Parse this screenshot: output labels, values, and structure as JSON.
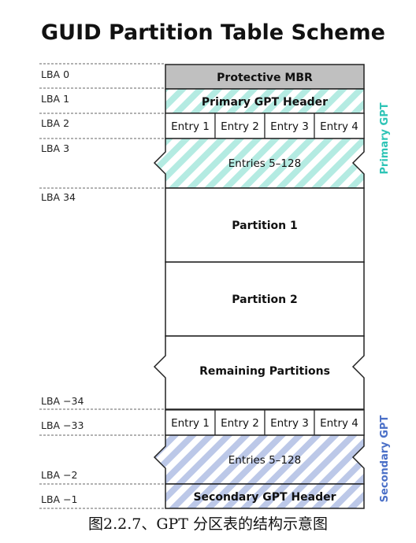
{
  "title": "GUID Partition Table Scheme",
  "lba_labels": [
    "LBA 0",
    "LBA 1",
    "LBA 2",
    "LBA 3",
    "LBA 34",
    "LBA −34",
    "LBA −33",
    "LBA −2",
    "LBA −1"
  ],
  "blocks": {
    "protective_mbr": "Protective MBR",
    "primary_header": "Primary GPT Header",
    "primary_entries": [
      "Entry 1",
      "Entry 2",
      "Entry 3",
      "Entry 4"
    ],
    "primary_entries_rest": "Entries 5–128",
    "partition1": "Partition 1",
    "partition2": "Partition 2",
    "remaining": "Remaining Partitions",
    "secondary_entries": [
      "Entry 1",
      "Entry 2",
      "Entry 3",
      "Entry 4"
    ],
    "secondary_entries_rest": "Entries 5–128",
    "secondary_header": "Secondary GPT Header"
  },
  "side_labels": {
    "primary": "Primary GPT",
    "secondary": "Secondary GPT"
  },
  "colors": {
    "primary": "#2ec4b6",
    "primary_stripe": "#b4ebe2",
    "secondary": "#4a6fc7",
    "secondary_stripe": "#bcc8e8",
    "mbr_fill": "#c0c0c0"
  },
  "caption": "图2.2.7、GPT 分区表的结构示意图"
}
